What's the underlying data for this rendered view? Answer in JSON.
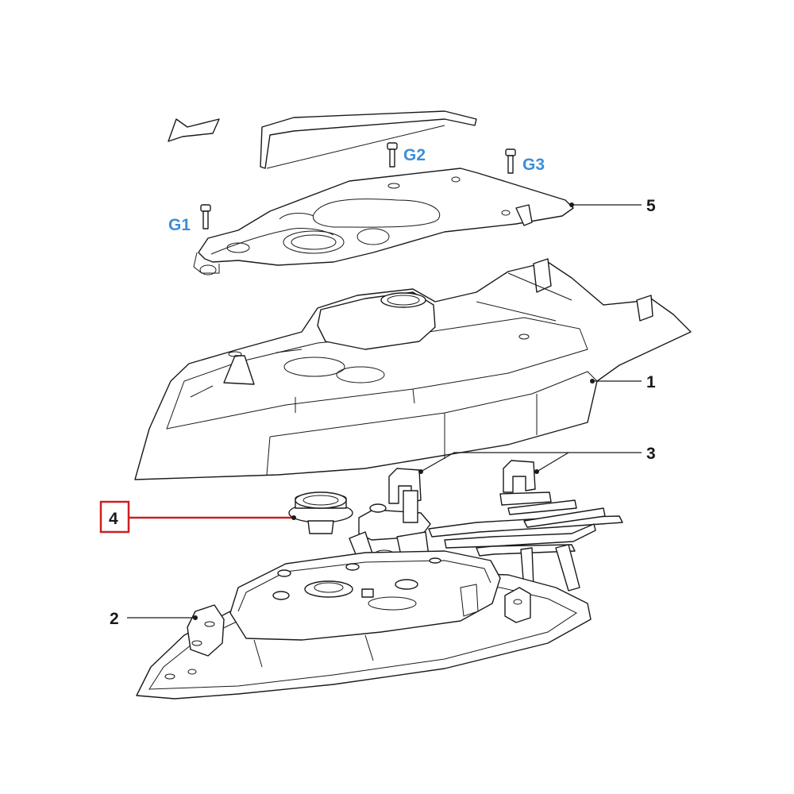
{
  "colors": {
    "screw_label": "#3b8fd9",
    "highlight": "#cc1f1f",
    "line": "#1a1a1a"
  },
  "callouts": {
    "c1": "1",
    "c2": "2",
    "c3": "3",
    "c4": "4",
    "c5": "5"
  },
  "screws": {
    "g1": "G1",
    "g2": "G2",
    "g3": "G3"
  },
  "highlighted_callout": "4"
}
